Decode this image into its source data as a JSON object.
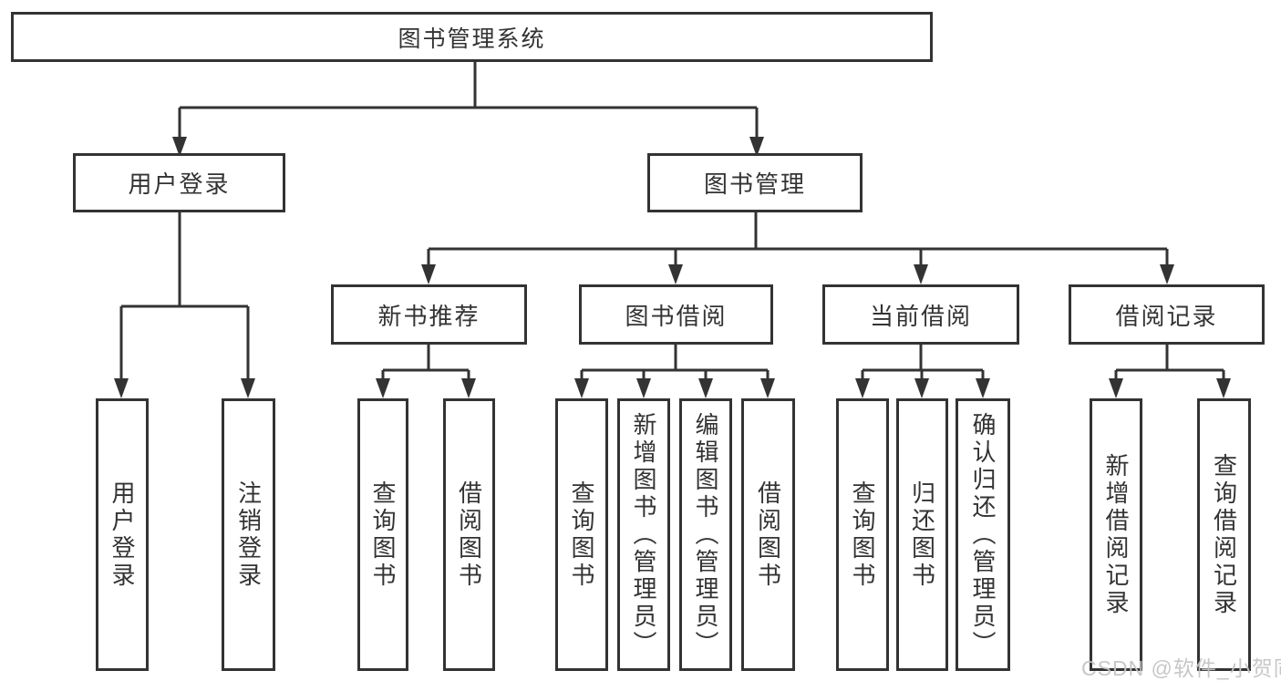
{
  "diagram": {
    "watermark": "CSDN @软件_小贺同学",
    "colors": {
      "line": "#333333",
      "text": "#333333",
      "watermark": "#c4c4c4",
      "background": "#ffffff"
    },
    "tree": {
      "label": "图书管理系统",
      "children": [
        {
          "label": "用户登录",
          "children": [
            {
              "label": "用户登录"
            },
            {
              "label": "注销登录"
            }
          ]
        },
        {
          "label": "图书管理",
          "children": [
            {
              "label": "新书推荐",
              "children": [
                {
                  "label": "查询图书"
                },
                {
                  "label": "借阅图书"
                }
              ]
            },
            {
              "label": "图书借阅",
              "children": [
                {
                  "label": "查询图书"
                },
                {
                  "label": "新增图书（管理员）"
                },
                {
                  "label": "编辑图书（管理员）"
                },
                {
                  "label": "借阅图书"
                }
              ]
            },
            {
              "label": "当前借阅",
              "children": [
                {
                  "label": "查询图书"
                },
                {
                  "label": "归还图书"
                },
                {
                  "label": "确认归还（管理员）"
                }
              ]
            },
            {
              "label": "借阅记录",
              "children": [
                {
                  "label": "新增借阅记录"
                },
                {
                  "label": "查询借阅记录"
                }
              ]
            }
          ]
        }
      ]
    }
  }
}
